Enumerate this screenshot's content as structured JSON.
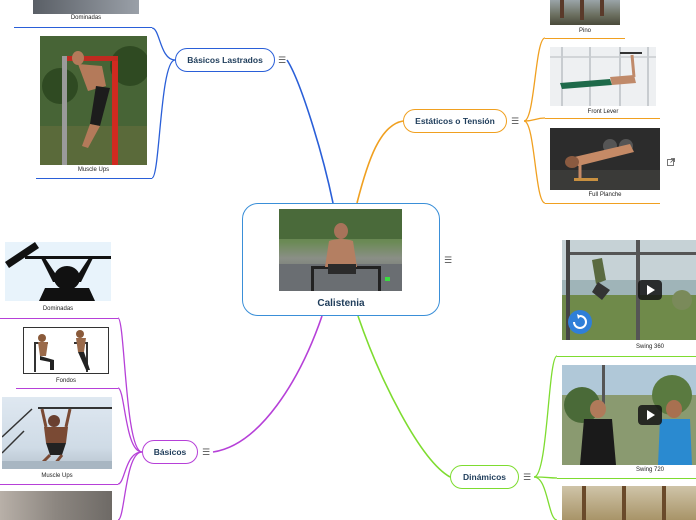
{
  "central": {
    "title": "Calistenia",
    "menu": "☰"
  },
  "branches": {
    "lastrados": {
      "label": "Básicos Lastrados",
      "menu": "☰",
      "color": "#2a5fd8"
    },
    "estaticos": {
      "label": "Estáticos o Tensión",
      "menu": "☰",
      "color": "#f0a020"
    },
    "basicos": {
      "label": "Básicos",
      "menu": "☰",
      "color": "#b640d8"
    },
    "dinamicos": {
      "label": "Dinámicos",
      "menu": "☰",
      "color": "#7edc30"
    }
  },
  "captions": {
    "lastrados_1": "Dominadas",
    "lastrados_2": "Muscle Ups",
    "estaticos_1": "Pino",
    "estaticos_2": "Front Lever",
    "estaticos_3": "Full Planche",
    "basicos_1": "Dominadas",
    "basicos_2": "Fondos",
    "basicos_3": "Muscle Ups",
    "dinamicos_1": "Swing 360",
    "dinamicos_2": "Swing 720"
  },
  "icons": {
    "menu": "hamburger-menu-icon",
    "external": "external-link-icon",
    "play": "play-icon",
    "replay": "replay-icon"
  }
}
